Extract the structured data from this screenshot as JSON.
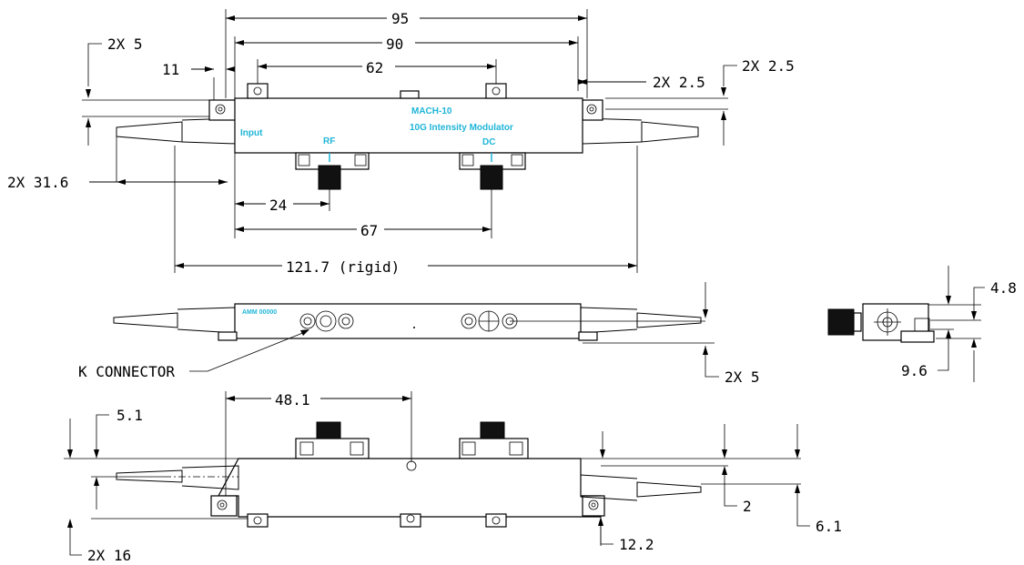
{
  "labels": {
    "d95": "95",
    "d90": "90",
    "d62": "62",
    "d2x5_top": "2X 5",
    "d11": "11",
    "d2x25_a": "2X 2.5",
    "d2x25_b": "2X 2.5",
    "d2x316": "2X 31.6",
    "d24": "24",
    "d67": "67",
    "d1217": "121.7 (rigid)",
    "d48": "4.8",
    "d96": "9.6",
    "d2x5_mid": "2X 5",
    "k_connector": "K CONNECTOR",
    "d481": "48.1",
    "d51": "5.1",
    "d2": "2",
    "d61": "6.1",
    "d122": "12.2",
    "d2x16": "2X 16"
  },
  "device": {
    "model": "MACH-10",
    "description": "10G Intensity Modulator",
    "input": "Input",
    "rf": "RF",
    "dc": "DC",
    "side_text": "AMM 00000"
  },
  "colors": {
    "annotation": "#1fb5d8",
    "line": "#000000",
    "connector": "#111111"
  }
}
